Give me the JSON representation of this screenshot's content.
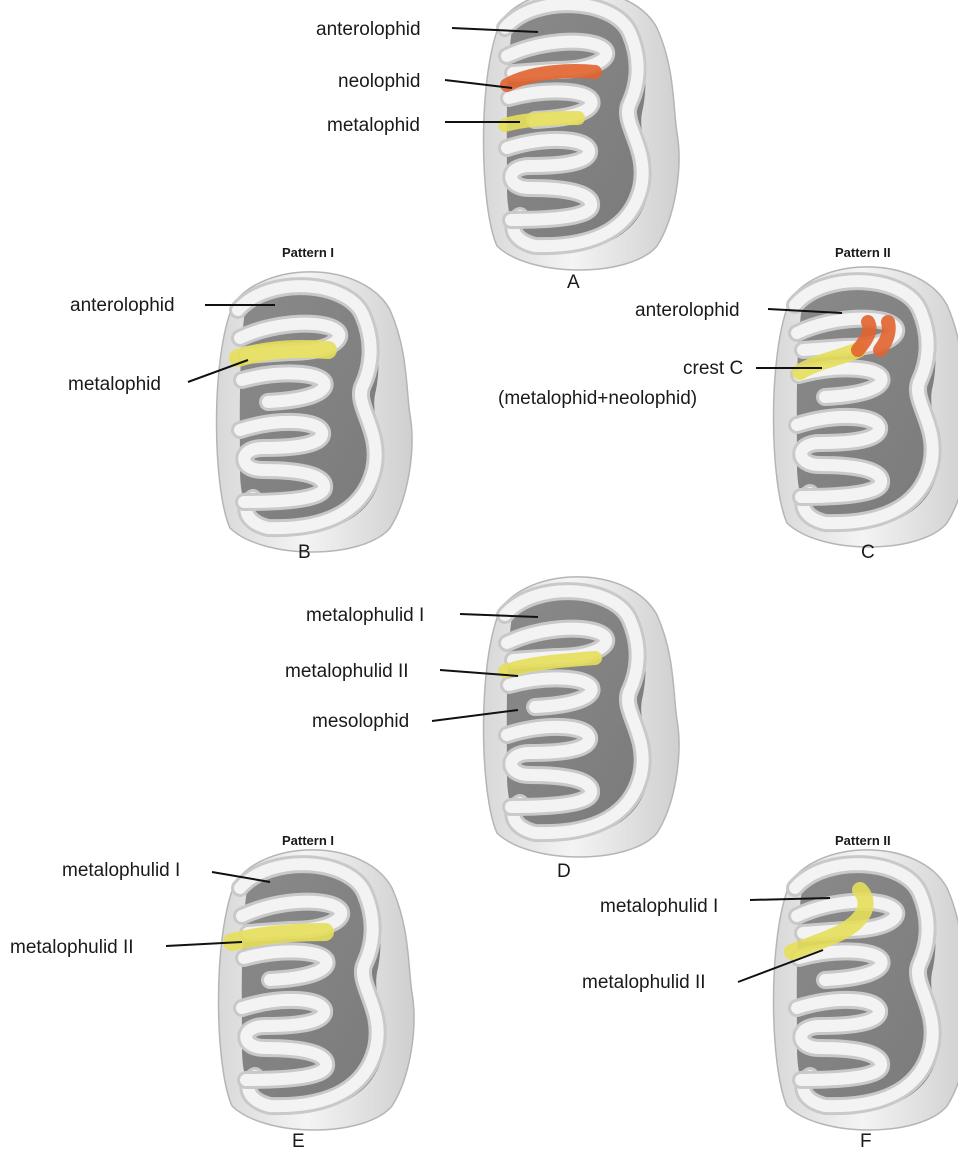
{
  "figure": {
    "panels": [
      {
        "id": "A",
        "letter": "A",
        "pattern": "",
        "labels": [
          "anterolophid",
          "neolophid",
          "metalophid"
        ],
        "highlights": [
          "orange",
          "yellow"
        ]
      },
      {
        "id": "B",
        "letter": "B",
        "pattern": "Pattern I",
        "labels": [
          "anterolophid",
          "metalophid"
        ],
        "highlights": [
          "yellow"
        ]
      },
      {
        "id": "C",
        "letter": "C",
        "pattern": "Pattern II",
        "labels": [
          "anterolophid",
          "crest C",
          "(metalophid+neolophid)"
        ],
        "highlights": [
          "yellow",
          "orange"
        ]
      },
      {
        "id": "D",
        "letter": "D",
        "pattern": "",
        "labels": [
          "metalophulid I",
          "metalophulid II",
          "mesolophid"
        ],
        "highlights": [
          "yellow"
        ]
      },
      {
        "id": "E",
        "letter": "E",
        "pattern": "Pattern I",
        "labels": [
          "metalophulid I",
          "metalophulid II"
        ],
        "highlights": [
          "yellow"
        ]
      },
      {
        "id": "F",
        "letter": "F",
        "pattern": "Pattern II",
        "labels": [
          "metalophulid I",
          "metalophulid II"
        ],
        "highlights": [
          "yellow"
        ]
      }
    ],
    "colors": {
      "enamel": "#e8e8e8",
      "enamel_edge": "#bdbdbd",
      "dentine": "#8c8c8c",
      "ridge": "#f3f3f3",
      "neolophid": "#e2632d",
      "metalophid": "#e6df5a"
    }
  }
}
